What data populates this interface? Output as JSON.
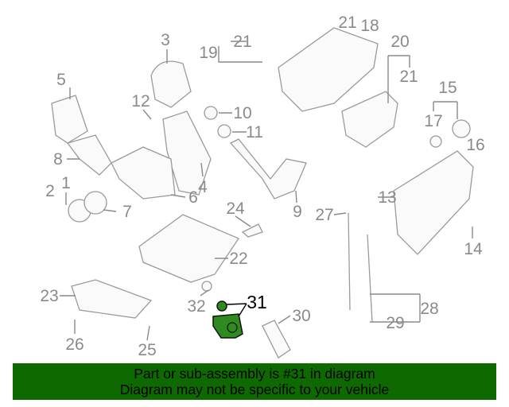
{
  "diagram": {
    "highlight_part": "31",
    "highlight_color": "#2f8a1f",
    "labels": [
      "3",
      "21",
      "19",
      "21",
      "18",
      "20",
      "21",
      "15",
      "17",
      "16",
      "5",
      "12",
      "10",
      "11",
      "8",
      "1",
      "2",
      "7",
      "6",
      "4",
      "13",
      "9",
      "27",
      "24",
      "14",
      "22",
      "23",
      "32",
      "31",
      "30",
      "28",
      "29",
      "26",
      "25"
    ]
  },
  "banner": {
    "line1": "Part or sub-assembly is #31 in diagram",
    "line2": "Diagram may not be specific to your vehicle",
    "color": "#0e6a00"
  }
}
